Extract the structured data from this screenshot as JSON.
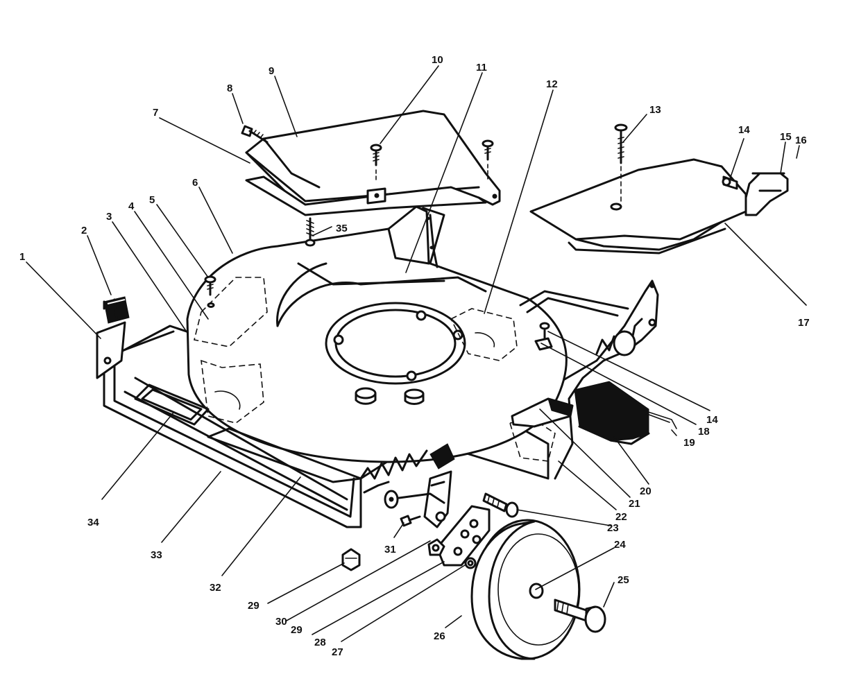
{
  "callouts": {
    "c1": "1",
    "c2": "2",
    "c3": "3",
    "c4": "4",
    "c5": "5",
    "c6": "6",
    "c7": "7",
    "c8": "8",
    "c9": "9",
    "c10": "10",
    "c11": "11",
    "c12": "12",
    "c13": "13",
    "c14a": "14",
    "c14b": "14",
    "c15": "15",
    "c16": "16",
    "c17": "17",
    "c18": "18",
    "c19": "19",
    "c20": "20",
    "c21": "21",
    "c22": "22",
    "c23": "23",
    "c24": "24",
    "c25": "25",
    "c26": "26",
    "c27": "27",
    "c28": "28",
    "c29a": "29",
    "c29b": "29",
    "c30": "30",
    "c31": "31",
    "c32": "32",
    "c33": "33",
    "c34": "34",
    "c35": "35"
  }
}
